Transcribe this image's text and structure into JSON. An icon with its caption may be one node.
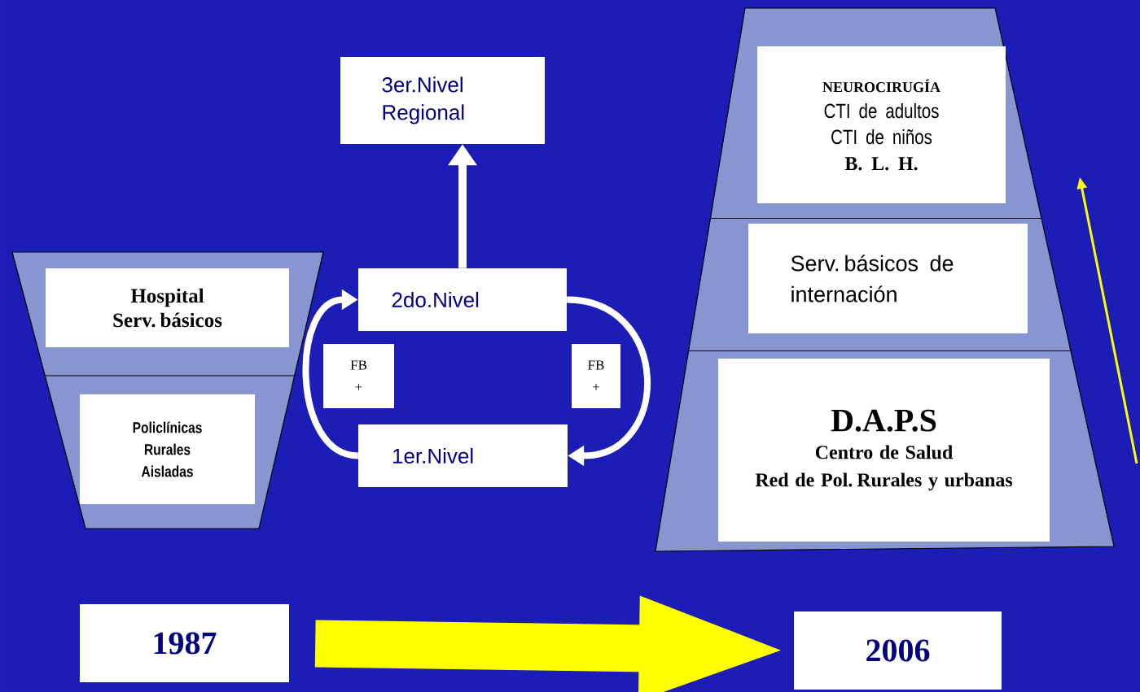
{
  "diagram": {
    "nodes": [
      {
        "text": [],
        "shape": "trapezoid"
      },
      {
        "text": [
          "Hospital Serv. básicos"
        ],
        "in": 0
      },
      {
        "text": [
          "Policlínicas Rurales Aisladas"
        ],
        "in": 0
      },
      {
        "text": [
          "3er.Nivel Regional"
        ]
      },
      {
        "text": [
          "2do.Nivel"
        ]
      },
      {
        "text": [
          "FB +"
        ]
      },
      {
        "text": [
          "FB +"
        ]
      },
      {
        "text": [
          "1er.Nivel"
        ]
      },
      {
        "text": [],
        "shape": "trapezoid"
      },
      {
        "text": [
          "NEUROCIRUGÍA",
          "CTI de adultos",
          "CTI de niños",
          "B. L. H."
        ],
        "in": 8
      },
      {
        "text": [
          "Serv. básicos de internación"
        ],
        "in": 8
      },
      {
        "text": [
          "D.A.P.S",
          "Centro de Salud",
          "Red de Pol. Rurales y urbanas"
        ],
        "in": 8
      },
      {
        "text": [
          "1987"
        ]
      },
      {
        "text": [
          "2006"
        ]
      }
    ],
    "edges": [
      {
        "from": 4,
        "to": 3,
        "arrow": "to"
      },
      {
        "from": 7,
        "to": 4,
        "arrow": "to"
      },
      {
        "from": 4,
        "to": 7,
        "arrow": "to"
      },
      {
        "from": 12,
        "to": 13,
        "arrow": "to",
        "style": "thick",
        "color": "#ffff00"
      }
    ]
  }
}
